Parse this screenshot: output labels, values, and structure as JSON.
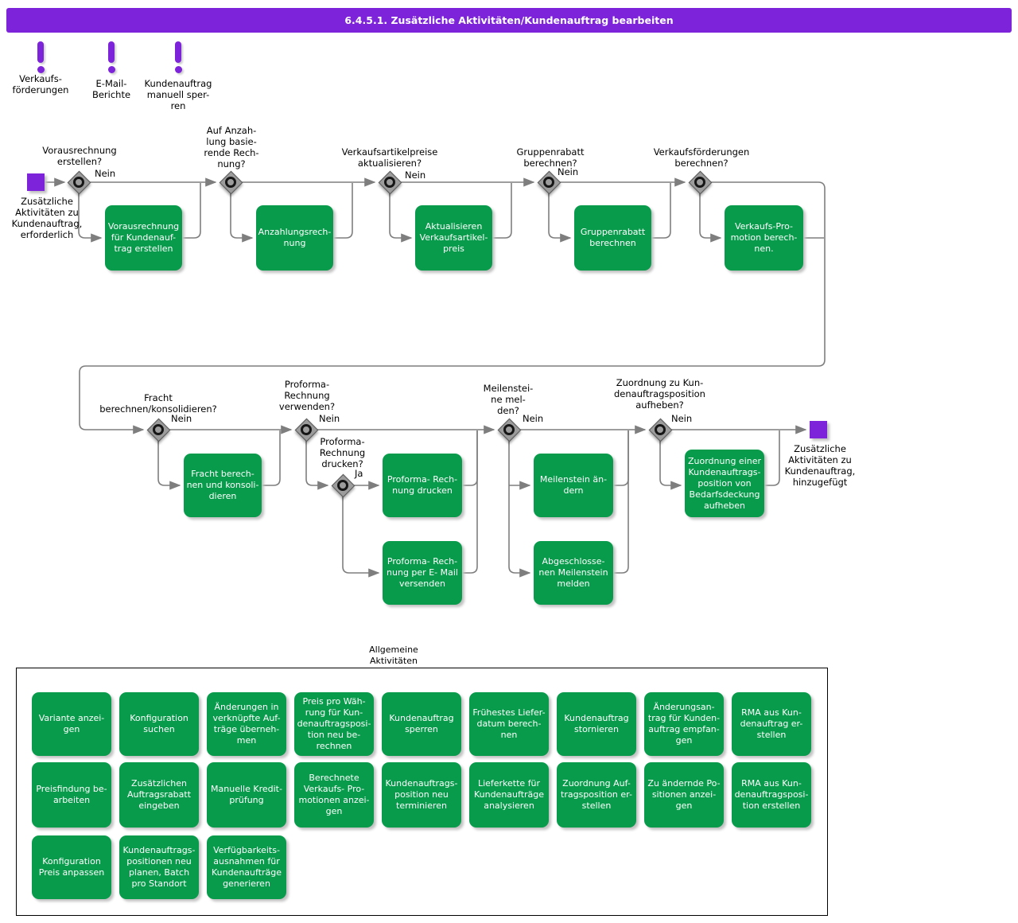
{
  "header": {
    "title": "6.4.5.1. Zusätzliche Aktivitäten/Kundenauftrag bearbeiten"
  },
  "milestones": [
    {
      "label": "Verkaufs-\nförderungen"
    },
    {
      "label": "E-Mail-\nBerichte"
    },
    {
      "label": "Kundenauftrag\nmanuell sper-\nren"
    }
  ],
  "flow": {
    "start_label": "Zusätzliche\nAktivitäten zu\nKundenauftrag,\nerforderlich",
    "end_label": "Zusätzliche\nAktivitäten zu\nKundenauftrag,\nhinzugefügt",
    "decisions": [
      {
        "question": "Vorausrechnung\nerstellen?",
        "branch": "Nein"
      },
      {
        "question": "Auf Anzah-\nlung basie-\nrende Rech-\nnung?",
        "branch": ""
      },
      {
        "question": "Verkaufsartikelpreise\naktualisieren?",
        "branch": "Nein"
      },
      {
        "question": "Gruppenrabatt\nberechnen?",
        "branch": "Nein"
      },
      {
        "question": "Verkaufsförderungen\nberechnen?",
        "branch": ""
      },
      {
        "question": "Fracht\nberechnen/konsolidieren?",
        "branch": "Nein"
      },
      {
        "question": "Proforma-\nRechnung\nverwenden?",
        "branch": "Nein"
      },
      {
        "question": "Proforma-\nRechnung\ndrucken?",
        "branch": "Ja"
      },
      {
        "question": "Meilenstei-\nne mel-\nden?",
        "branch": "Nein"
      },
      {
        "question": "Zuordnung zu Kun-\ndenauftragsposition\naufheben?",
        "branch": "Nein"
      }
    ],
    "tasks": [
      "Vorausrechnung\nfür Kundenauf-\ntrag erstellen",
      "Anzahlungsrech-\nnung",
      "Aktualisieren\nVerkaufsartikel-\npreis",
      "Gruppenrabatt\nberechnen",
      "Verkaufs-Pro-\nmotion berech-\nnen.",
      "Fracht berech-\nnen und konsoli-\ndieren",
      "Proforma- Rech-\nnung drucken",
      "Proforma- Rech-\nnung per E- Mail\nversenden",
      "Meilenstein än-\ndern",
      "Abgeschlosse-\nnen Meilenstein\nmelden",
      "Zuordnung einer\nKundenauftrags-\nposition von\nBedarfsdeckung\naufheben"
    ]
  },
  "activities": {
    "section_label": "Allgemeine\nAktivitäten",
    "rows": [
      [
        "Variante anzei-\ngen",
        "Konfiguration\nsuchen",
        "Änderungen in\nverknüpfte Auf-\nträge überneh-\nmen",
        "Preis pro Wäh-\nrung für Kun-\ndenauftragsposi-\ntion neu be-\nrechnen",
        "Kundenauftrag\nsperren",
        "Frühestes Liefer-\ndatum berech-\nnen",
        "Kundenauftrag\nstornieren",
        "Änderungsan-\ntrag für Kunden-\nauftrag empfan-\ngen",
        "RMA aus Kun-\ndenauftrag er-\nstellen"
      ],
      [
        "Preisfindung be-\narbeiten",
        "Zusätzlichen\nAuftragsrabatt\neingeben",
        "Manuelle Kredit-\nprüfung",
        "Berechnete\nVerkaufs- Pro-\nmotionen anzei-\ngen",
        "Kundenauftrags-\nposition neu\nterminieren",
        "Lieferkette für\nKundenaufträge\nanalysieren",
        "Zuordnung Auf-\ntragsposition er-\nstellen",
        "Zu ändernde Po-\nsitionen anzei-\ngen",
        "RMA aus Kun-\ndenauftragsposi-\ntion erstellen"
      ],
      [
        "Konfiguration\nPreis anpassen",
        "Kundenauftrags-\npositionen neu\nplanen, Batch\npro Standort",
        "Verfügbarkeits-\nausnahmen für\nKundenaufträge\ngenerieren"
      ]
    ]
  },
  "colors": {
    "accent_purple": "#7d23da",
    "task_green": "#089b4b",
    "connector_gray": "#7e7e7e",
    "gateway_gray": "#9c9c9c"
  }
}
